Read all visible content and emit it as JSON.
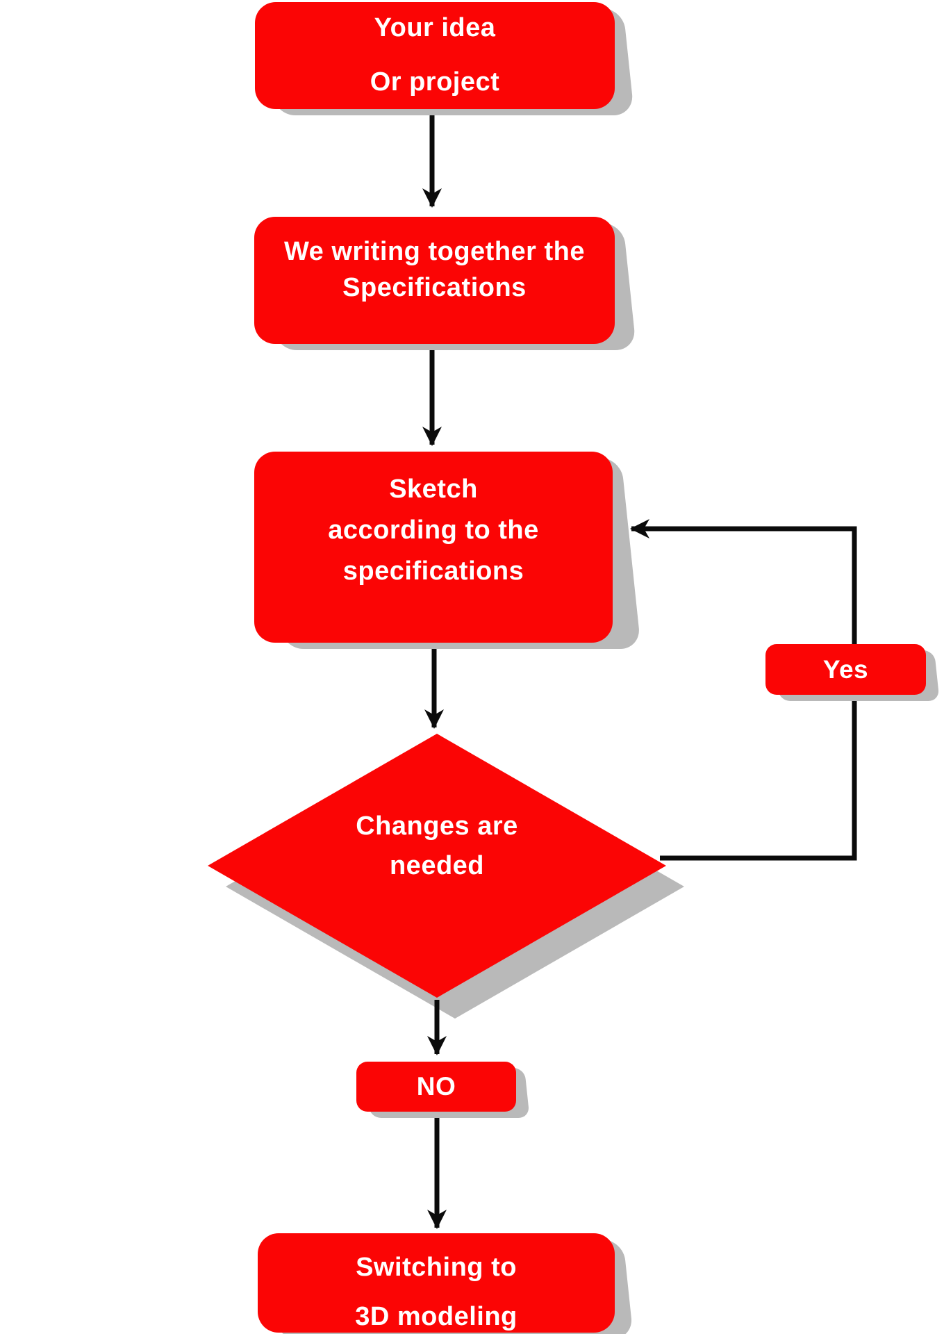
{
  "nodes": {
    "idea": {
      "line1": "Your idea",
      "line2": "Or project"
    },
    "specs": {
      "line1": "We writing together the",
      "line2": "Specifications"
    },
    "sketch": {
      "line1": "Sketch",
      "line2": "according to the",
      "line3": "specifications"
    },
    "decision": {
      "line1": "Changes are",
      "line2": "needed"
    },
    "yes": {
      "label": "Yes"
    },
    "no": {
      "label": "NO"
    },
    "modeling": {
      "line1": "Switching to",
      "line2": "3D modeling"
    }
  },
  "colors": {
    "node_fill": "#fb0505",
    "node_text": "#ffffff",
    "shadow": "#b9b9b9",
    "connector": "#0b0b0b",
    "background": "#ffffff"
  }
}
